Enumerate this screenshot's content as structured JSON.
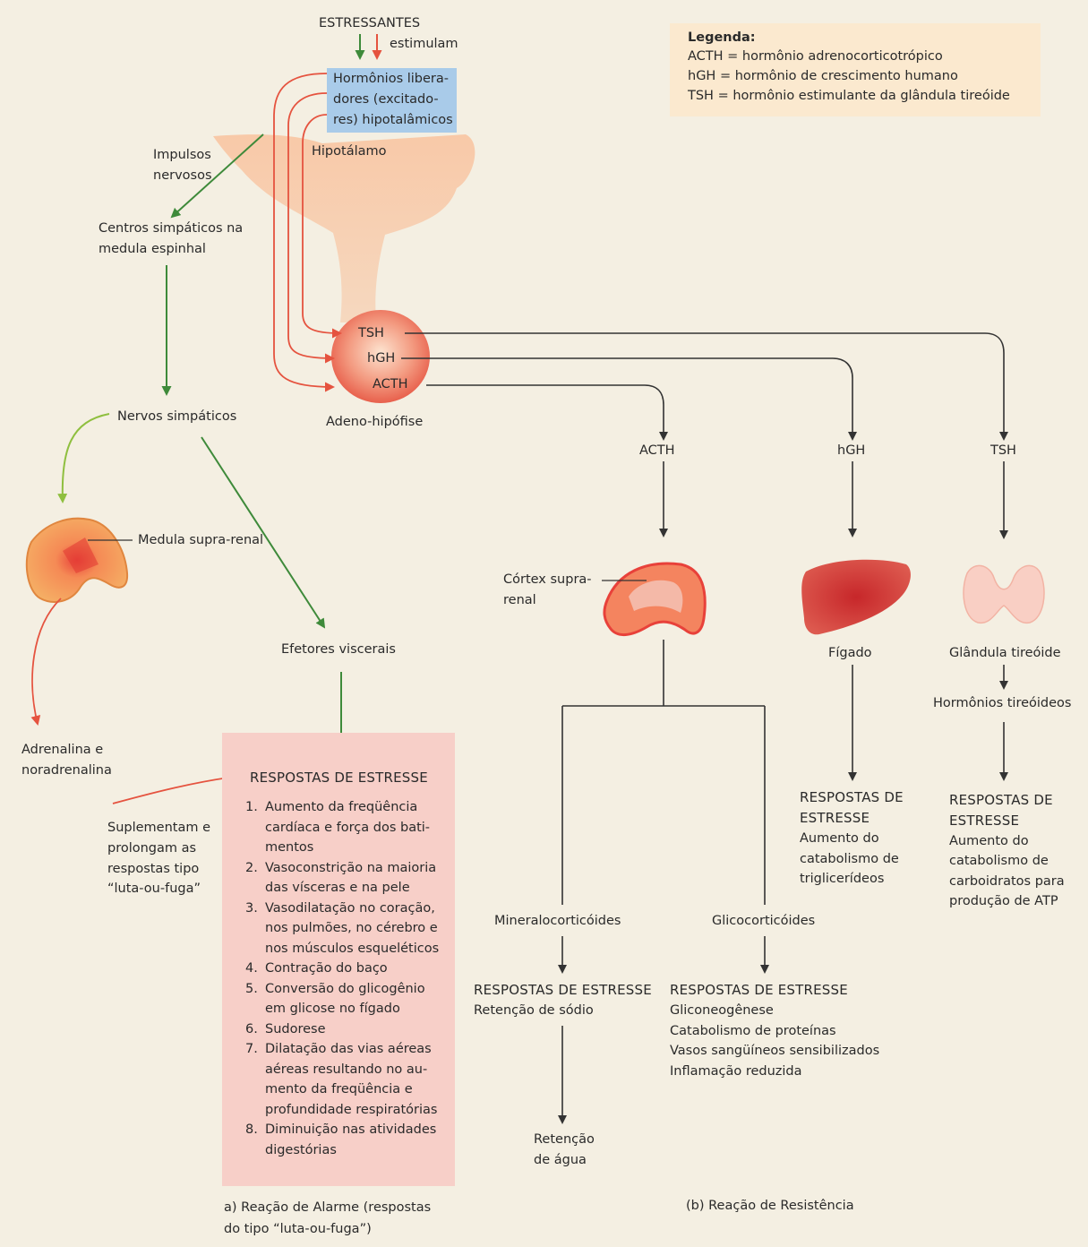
{
  "legend": {
    "title": "Legenda:",
    "items": [
      "ACTH = hormônio adrenocorticotrópico",
      "hGH = hormônio de crescimento humano",
      "TSH = hormônio estimulante da glândula tireóide"
    ]
  },
  "top": {
    "stressors": "ESTRESSANTES",
    "stimulate": "estimulam"
  },
  "hypothalamus": {
    "releasing_line1": "Hormônios libera-",
    "releasing_line2": "dores (excitado-",
    "releasing_line3": "res) hipotalâmicos",
    "label": "Hipotálamo"
  },
  "nerve_impulses": {
    "line1": "Impulsos",
    "line2": "nervosos"
  },
  "sympathetic_centers": {
    "line1": "Centros simpáticos na",
    "line2": "medula espinhal"
  },
  "sympathetic_nerves": "Nervos simpáticos",
  "adrenal_medulla": "Medula supra-renal",
  "visceral_effectors": "Efetores viscerais",
  "adrenaline": {
    "line1": "Adrenalina e",
    "line2": "noradrenalina"
  },
  "supplement": {
    "line1": "Suplementam e",
    "line2": "prolongam as",
    "line3": "respostas tipo",
    "line4": "“luta-ou-fuga”"
  },
  "pituitary": {
    "tsh": "TSH",
    "hgh": "hGH",
    "acth": "ACTH",
    "label": "Adeno-hipófise"
  },
  "branches": {
    "acth": "ACTH",
    "hgh": "hGH",
    "tsh": "TSH"
  },
  "adrenal_cortex": {
    "line1": "Córtex supra-",
    "line2": "renal"
  },
  "liver": "Fígado",
  "thyroid": "Glândula tireóide",
  "thyroid_hormones": "Hormônios tireóideos",
  "alarm": {
    "header": "RESPOSTAS DE ESTRESSE",
    "items": [
      {
        "n": "1.",
        "lines": [
          "Aumento da freqüência",
          "cardíaca e força dos bati-",
          "mentos"
        ]
      },
      {
        "n": "2.",
        "lines": [
          "Vasoconstrição na maioria",
          "das vísceras e na pele"
        ]
      },
      {
        "n": "3.",
        "lines": [
          "Vasodilatação no coração,",
          "nos pulmões, no cérebro e",
          "nos músculos esqueléticos"
        ]
      },
      {
        "n": "4.",
        "lines": [
          "Contração do baço"
        ]
      },
      {
        "n": "5.",
        "lines": [
          "Conversão do  glicogênio",
          "em glicose no fígado"
        ]
      },
      {
        "n": "6.",
        "lines": [
          "Sudorese"
        ]
      },
      {
        "n": "7.",
        "lines": [
          "Dilatação das vias aéreas",
          "aéreas resultando no au-",
          "mento da freqüência e",
          "profundidade respiratórias"
        ]
      },
      {
        "n": "8.",
        "lines": [
          "Diminuição nas atividades",
          "digestórias"
        ]
      }
    ]
  },
  "hgh_resp": {
    "h1": "RESPOSTAS DE",
    "h2": "ESTRESSE",
    "l1": "Aumento do",
    "l2": "catabolismo de",
    "l3": "triglicerídeos"
  },
  "tsh_resp": {
    "h1": "RESPOSTAS DE",
    "h2": "ESTRESSE",
    "l1": "Aumento do",
    "l2": "catabolismo de",
    "l3": "carboidratos para",
    "l4": "produção de ATP"
  },
  "mineralo": "Mineralocorticóides",
  "glico": "Glicocorticóides",
  "mineralo_resp": {
    "h": "RESPOSTAS DE ESTRESSE",
    "l1": "Retenção de sódio"
  },
  "glico_resp": {
    "h": "RESPOSTAS DE ESTRESSE",
    "l1": "Gliconeogênese",
    "l2": "Catabolismo de proteínas",
    "l3": "Vasos sangüíneos sensibilizados",
    "l4": "Inflamação reduzida"
  },
  "water": {
    "line1": "Retenção",
    "line2": "de água"
  },
  "caption_a": {
    "line1": "a) Reação de Alarme (respostas",
    "line2": "do tipo “luta-ou-fuga”)"
  },
  "caption_b": "(b) Reação de Resistência",
  "colors": {
    "green": "#3e8a3a",
    "lightgreen": "#8fbf3f",
    "red": "#e5533f",
    "dark": "#333333"
  }
}
